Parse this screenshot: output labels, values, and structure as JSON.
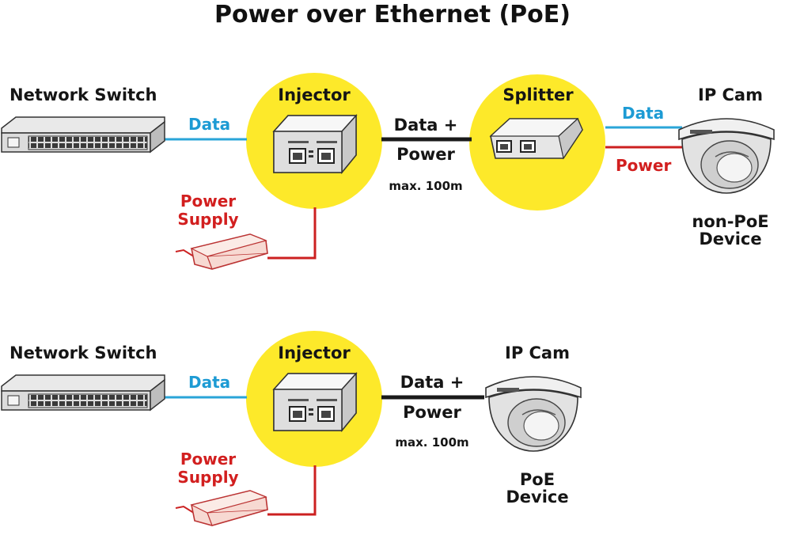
{
  "title": "Power over Ethernet (PoE)",
  "colors": {
    "highlight": "#fde92a",
    "data_line": "#2aa5d8",
    "power_line": "#cc2020",
    "combined_line": "#1a1a1a"
  },
  "top_setup": {
    "switch_label": "Network Switch",
    "data_label": "Data",
    "injector_label": "Injector",
    "power_supply_label_line1": "Power",
    "power_supply_label_line2": "Supply",
    "combined_label_line1": "Data +",
    "combined_label_line2": "Power",
    "distance_label": "max. 100m",
    "splitter_label": "Splitter",
    "splitter_data_label": "Data",
    "splitter_power_label": "Power",
    "camera_label": "IP Cam",
    "device_label_line1": "non-PoE",
    "device_label_line2": "Device"
  },
  "bottom_setup": {
    "switch_label": "Network Switch",
    "data_label": "Data",
    "injector_label": "Injector",
    "power_supply_label_line1": "Power",
    "power_supply_label_line2": "Supply",
    "combined_label_line1": "Data +",
    "combined_label_line2": "Power",
    "distance_label": "max. 100m",
    "camera_label": "IP Cam",
    "device_label_line1": "PoE",
    "device_label_line2": "Device"
  }
}
